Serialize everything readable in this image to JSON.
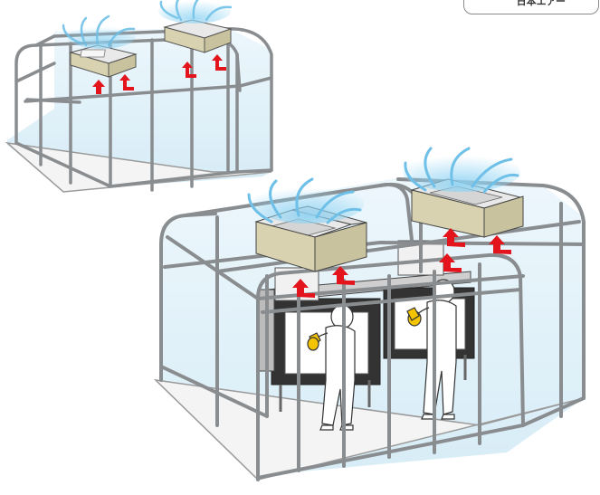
{
  "corner_tag": {
    "text": "日本エアー"
  },
  "colors": {
    "frame": "#8a8d90",
    "glass": "#cfe9f5",
    "filter_unit": "#d9d2b0",
    "filter_top": "#e9e9e9",
    "airflow": "#6ec0e8",
    "arrow": "#e3141b",
    "worker_suit": "#ffffff",
    "gloves": "#f5c400"
  },
  "scenes": [
    {
      "name": "small-clean-booth"
    },
    {
      "name": "large-clean-booth-with-workers"
    }
  ]
}
